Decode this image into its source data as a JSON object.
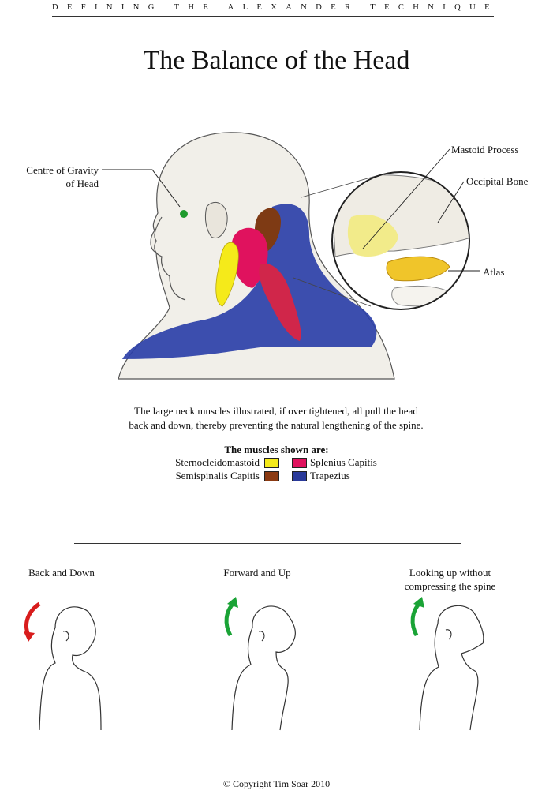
{
  "header": "DEFINING THE ALEXANDER TECHNIQUE",
  "title": "The Balance of the Head",
  "labels": {
    "centre_gravity_1": "Centre of Gravity",
    "centre_gravity_2": "of Head",
    "mastoid": "Mastoid Process",
    "occipital": "Occipital Bone",
    "atlas": "Atlas"
  },
  "description": {
    "line1": "The large neck muscles illustrated, if over tightened, all pull the head",
    "line2": "back and down, thereby preventing the natural lengthening of the spine."
  },
  "legend": {
    "title": "The muscles shown are:",
    "items": [
      {
        "label": "Sternocleidomastoid",
        "color": "#f5ea1a"
      },
      {
        "label": "Splenius Capitis",
        "color": "#e0125e"
      },
      {
        "label": "Semispinalis Capitis",
        "color": "#8b3a12"
      },
      {
        "label": "Trapezius",
        "color": "#2a3a9a"
      }
    ]
  },
  "poses": [
    {
      "caption": "Back and Down",
      "arrow_color": "#d81c1c"
    },
    {
      "caption": "Forward and Up",
      "arrow_color": "#1aa336"
    },
    {
      "caption_line1": "Looking up without",
      "caption_line2": "compressing the spine",
      "arrow_color": "#1aa336"
    }
  ],
  "copyright": "© Copyright Tim Soar 2010"
}
